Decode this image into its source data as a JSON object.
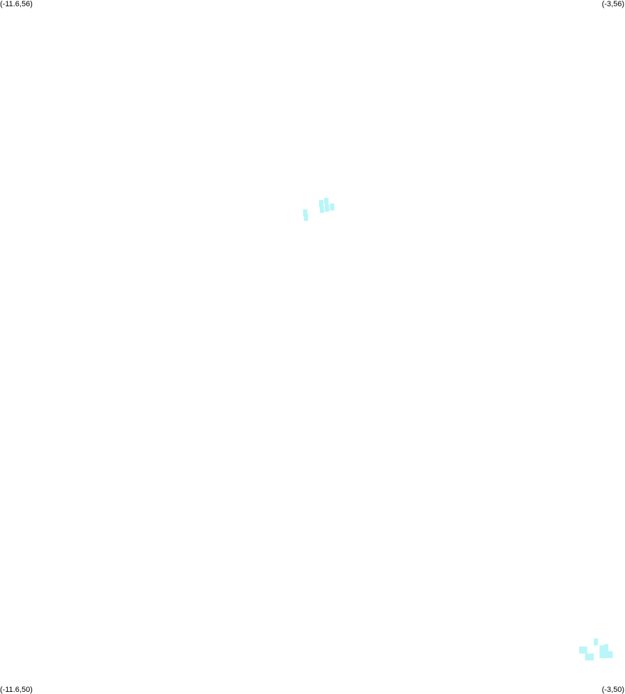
{
  "map": {
    "corners": {
      "top_left": "(-11.6,56)",
      "top_right": "(-3,56)",
      "bottom_left": "(-11.6,50)",
      "bottom_right": "(-3,50)"
    },
    "extent": {
      "lon_min": -11.6,
      "lon_max": -3,
      "lat_min": 50,
      "lat_max": 56
    },
    "cell_size_deg": 0.06,
    "cell_color": "#b8f6f8",
    "cells": [
      {
        "lon": -7.4,
        "lat": 54.16
      },
      {
        "lon": -7.39,
        "lat": 54.12
      },
      {
        "lon": -7.18,
        "lat": 54.24
      },
      {
        "lon": -7.11,
        "lat": 54.26
      },
      {
        "lon": -7.17,
        "lat": 54.19
      },
      {
        "lon": -7.1,
        "lat": 54.2
      },
      {
        "lon": -7.03,
        "lat": 54.21
      },
      {
        "lon": -3.6,
        "lat": 50.38
      },
      {
        "lon": -3.55,
        "lat": 50.38
      },
      {
        "lon": -3.52,
        "lat": 50.32
      },
      {
        "lon": -3.46,
        "lat": 50.32
      },
      {
        "lon": -3.4,
        "lat": 50.45
      },
      {
        "lon": -3.32,
        "lat": 50.39
      },
      {
        "lon": -3.26,
        "lat": 50.4
      },
      {
        "lon": -3.32,
        "lat": 50.34
      },
      {
        "lon": -3.26,
        "lat": 50.34
      },
      {
        "lon": -3.2,
        "lat": 50.34
      }
    ]
  }
}
